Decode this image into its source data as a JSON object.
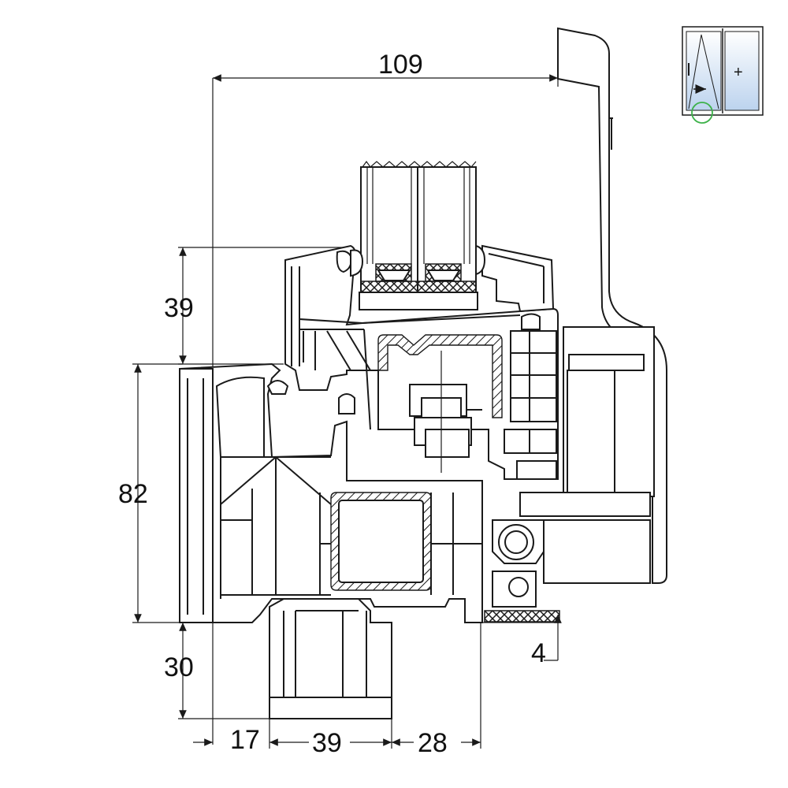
{
  "dimensions": {
    "top_width": "109",
    "sash_height": "39",
    "frame_height": "82",
    "bottom_depth": "30",
    "bottom_a": "17",
    "bottom_b": "39",
    "bottom_c": "28",
    "right_offset": "4"
  },
  "thumbnail": {
    "plus_symbol": "+"
  },
  "colors": {
    "line": "#1a1a1a",
    "glass_blue": "#bcd3ee",
    "highlight_circle": "#3db24a"
  }
}
